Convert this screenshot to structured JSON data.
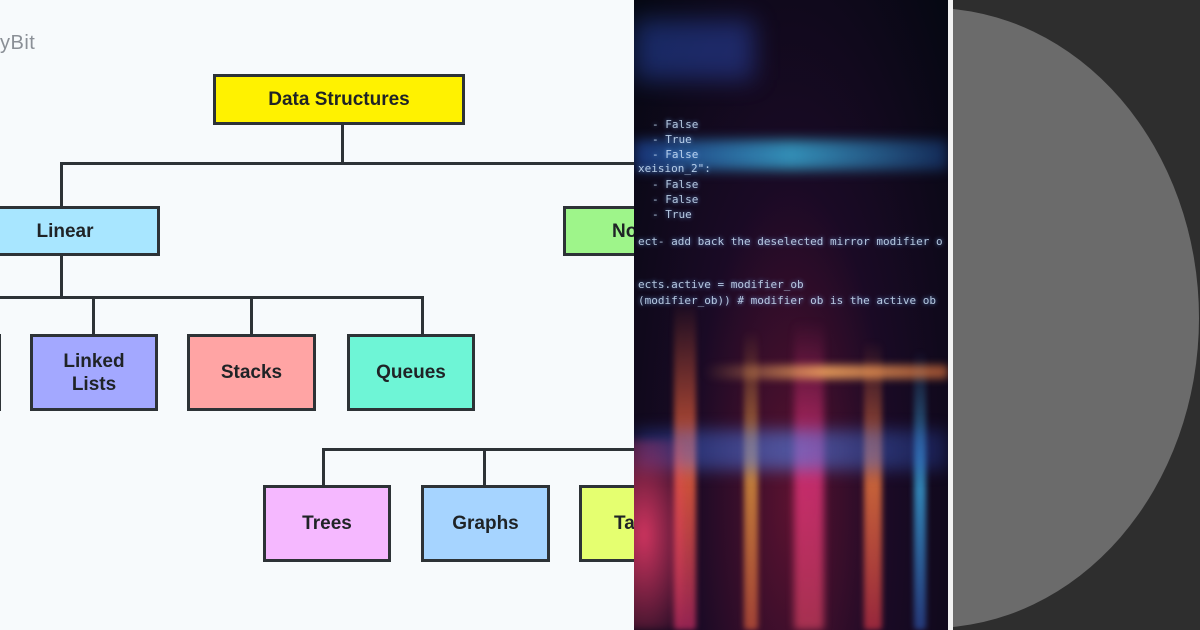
{
  "brand": {
    "text": "yBit"
  },
  "diagram": {
    "root": "Data Structures",
    "branches": {
      "linear": "Linear",
      "nonlinear": "No"
    },
    "linear_items": {
      "linked_lists": "Linked\nLists",
      "stacks": "Stacks",
      "queues": "Queues"
    },
    "nonlinear_items": {
      "trees": "Trees",
      "graphs": "Graphs",
      "tables": "Ta"
    }
  },
  "colors": {
    "root": "#fff200",
    "linear": "#a8e6ff",
    "nonlinear": "#9ef58a",
    "linked_lists": "#a3a8ff",
    "stacks": "#ffa4a4",
    "queues": "#6ef5d6",
    "trees": "#f5b8ff",
    "graphs": "#a6d4ff",
    "tables": "#e5ff70",
    "dark_panel": "#2e2e2e",
    "disc": "#6b6b6b"
  },
  "photo": {
    "code_lines": [
      "- False",
      "- True",
      "- False",
      "xeision_2\":",
      "- False",
      "- False",
      "- True",
      "ect- add back the deselected mirror modifier o",
      "ects.active = modifier_ob",
      "(modifier_ob)) # modifier ob is the active ob"
    ]
  }
}
